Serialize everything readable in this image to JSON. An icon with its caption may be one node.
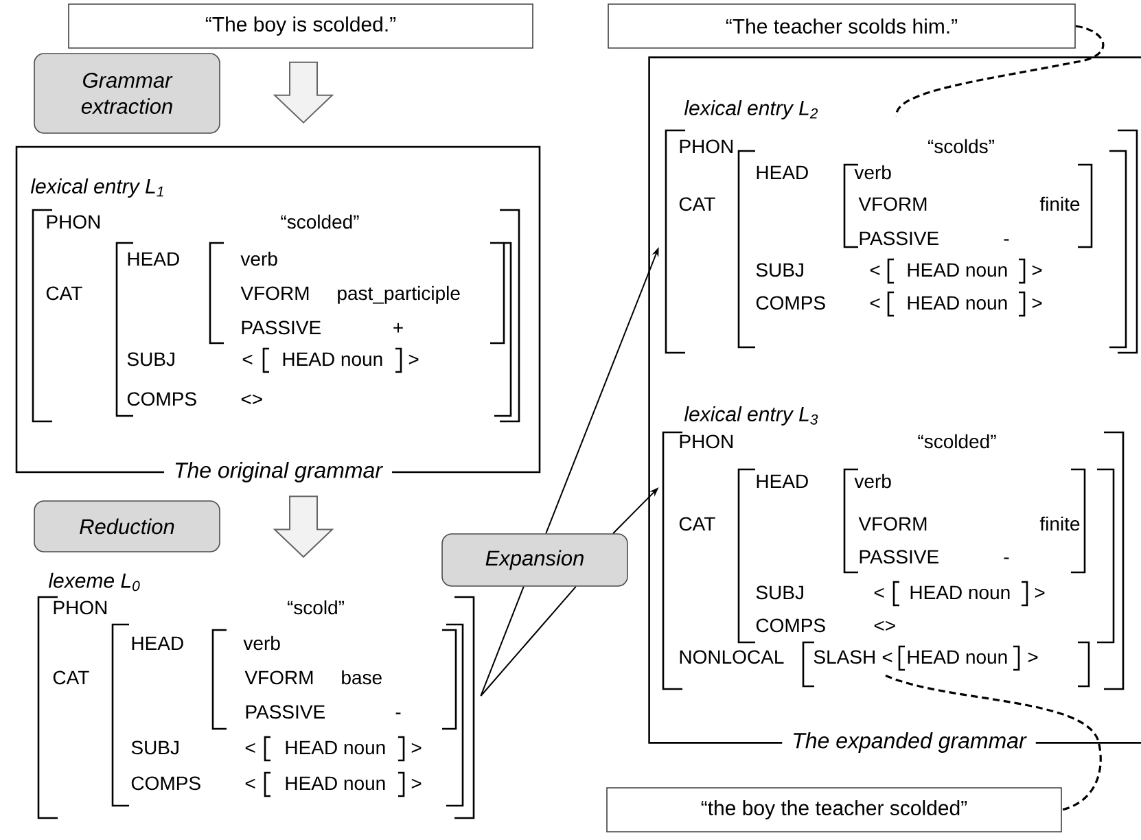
{
  "diagram": {
    "nodes": [
      {
        "text": [
          "“The boy is scolded.”"
        ]
      },
      {
        "text": [
          "Grammar extraction"
        ]
      },
      {
        "text": [
          "The original grammar"
        ]
      },
      {
        "text": [
          "lexical entry L$_{1}$",
          "PHON",
          "“scolded”",
          "CAT",
          "HEAD",
          "verb",
          "VFORM",
          "past_participle",
          "PASSIVE",
          "+",
          "SUBJ",
          "<",
          "HEAD noun",
          ">",
          "COMPS",
          "<>"
        ],
        "in": 2
      },
      {
        "text": [
          "Reduction"
        ]
      },
      {
        "text": [
          "lexeme L$_{0}$",
          "PHON",
          "“scold”",
          "CAT",
          "HEAD",
          "verb",
          "VFORM",
          "base",
          "PASSIVE",
          "-",
          "SUBJ",
          "<",
          "HEAD noun",
          ">",
          "COMPS",
          "<",
          "HEAD noun",
          ">"
        ]
      },
      {
        "text": [
          "Expansion"
        ]
      },
      {
        "text": [
          "“The teacher scolds him.”"
        ]
      },
      {
        "text": [
          "The expanded grammar"
        ]
      },
      {
        "text": [
          "lexical entry L$_{2}$",
          "PHON",
          "“scolds”",
          "CAT",
          "HEAD",
          "verb",
          "VFORM",
          "finite",
          "PASSIVE",
          "-",
          "SUBJ",
          "<",
          "HEAD noun",
          ">",
          "COMPS",
          "<",
          "HEAD noun",
          ">"
        ],
        "in": 8
      },
      {
        "text": [
          "lexical entry L$_{3}$",
          "PHON",
          "“scolded”",
          "CAT",
          "HEAD",
          "verb",
          "VFORM",
          "finite",
          "PASSIVE",
          "-",
          "SUBJ",
          "<",
          "HEAD noun",
          ">",
          "COMPS",
          "<>",
          "NONLOCAL",
          "SLASH",
          "<",
          "HEAD noun",
          ">"
        ],
        "in": 8
      },
      {
        "text": [
          "“the boy the teacher scolded”"
        ]
      }
    ],
    "edges": [
      {
        "from": 0,
        "to": 2,
        "arrow": "to",
        "style": "thick"
      },
      {
        "from": 2,
        "to": 5,
        "arrow": "to",
        "style": "thick"
      },
      {
        "from": 5,
        "to": 6,
        "arrow": "none"
      },
      {
        "from": 5,
        "to": 6,
        "arrow": "none"
      },
      {
        "from": 6,
        "to": 9,
        "arrow": "to"
      },
      {
        "from": 6,
        "to": 10,
        "arrow": "to"
      },
      {
        "from": 7,
        "to": 9,
        "arrow": "none",
        "style": "dashed"
      },
      {
        "from": 10,
        "to": 11,
        "arrow": "none",
        "style": "dashed"
      }
    ]
  }
}
